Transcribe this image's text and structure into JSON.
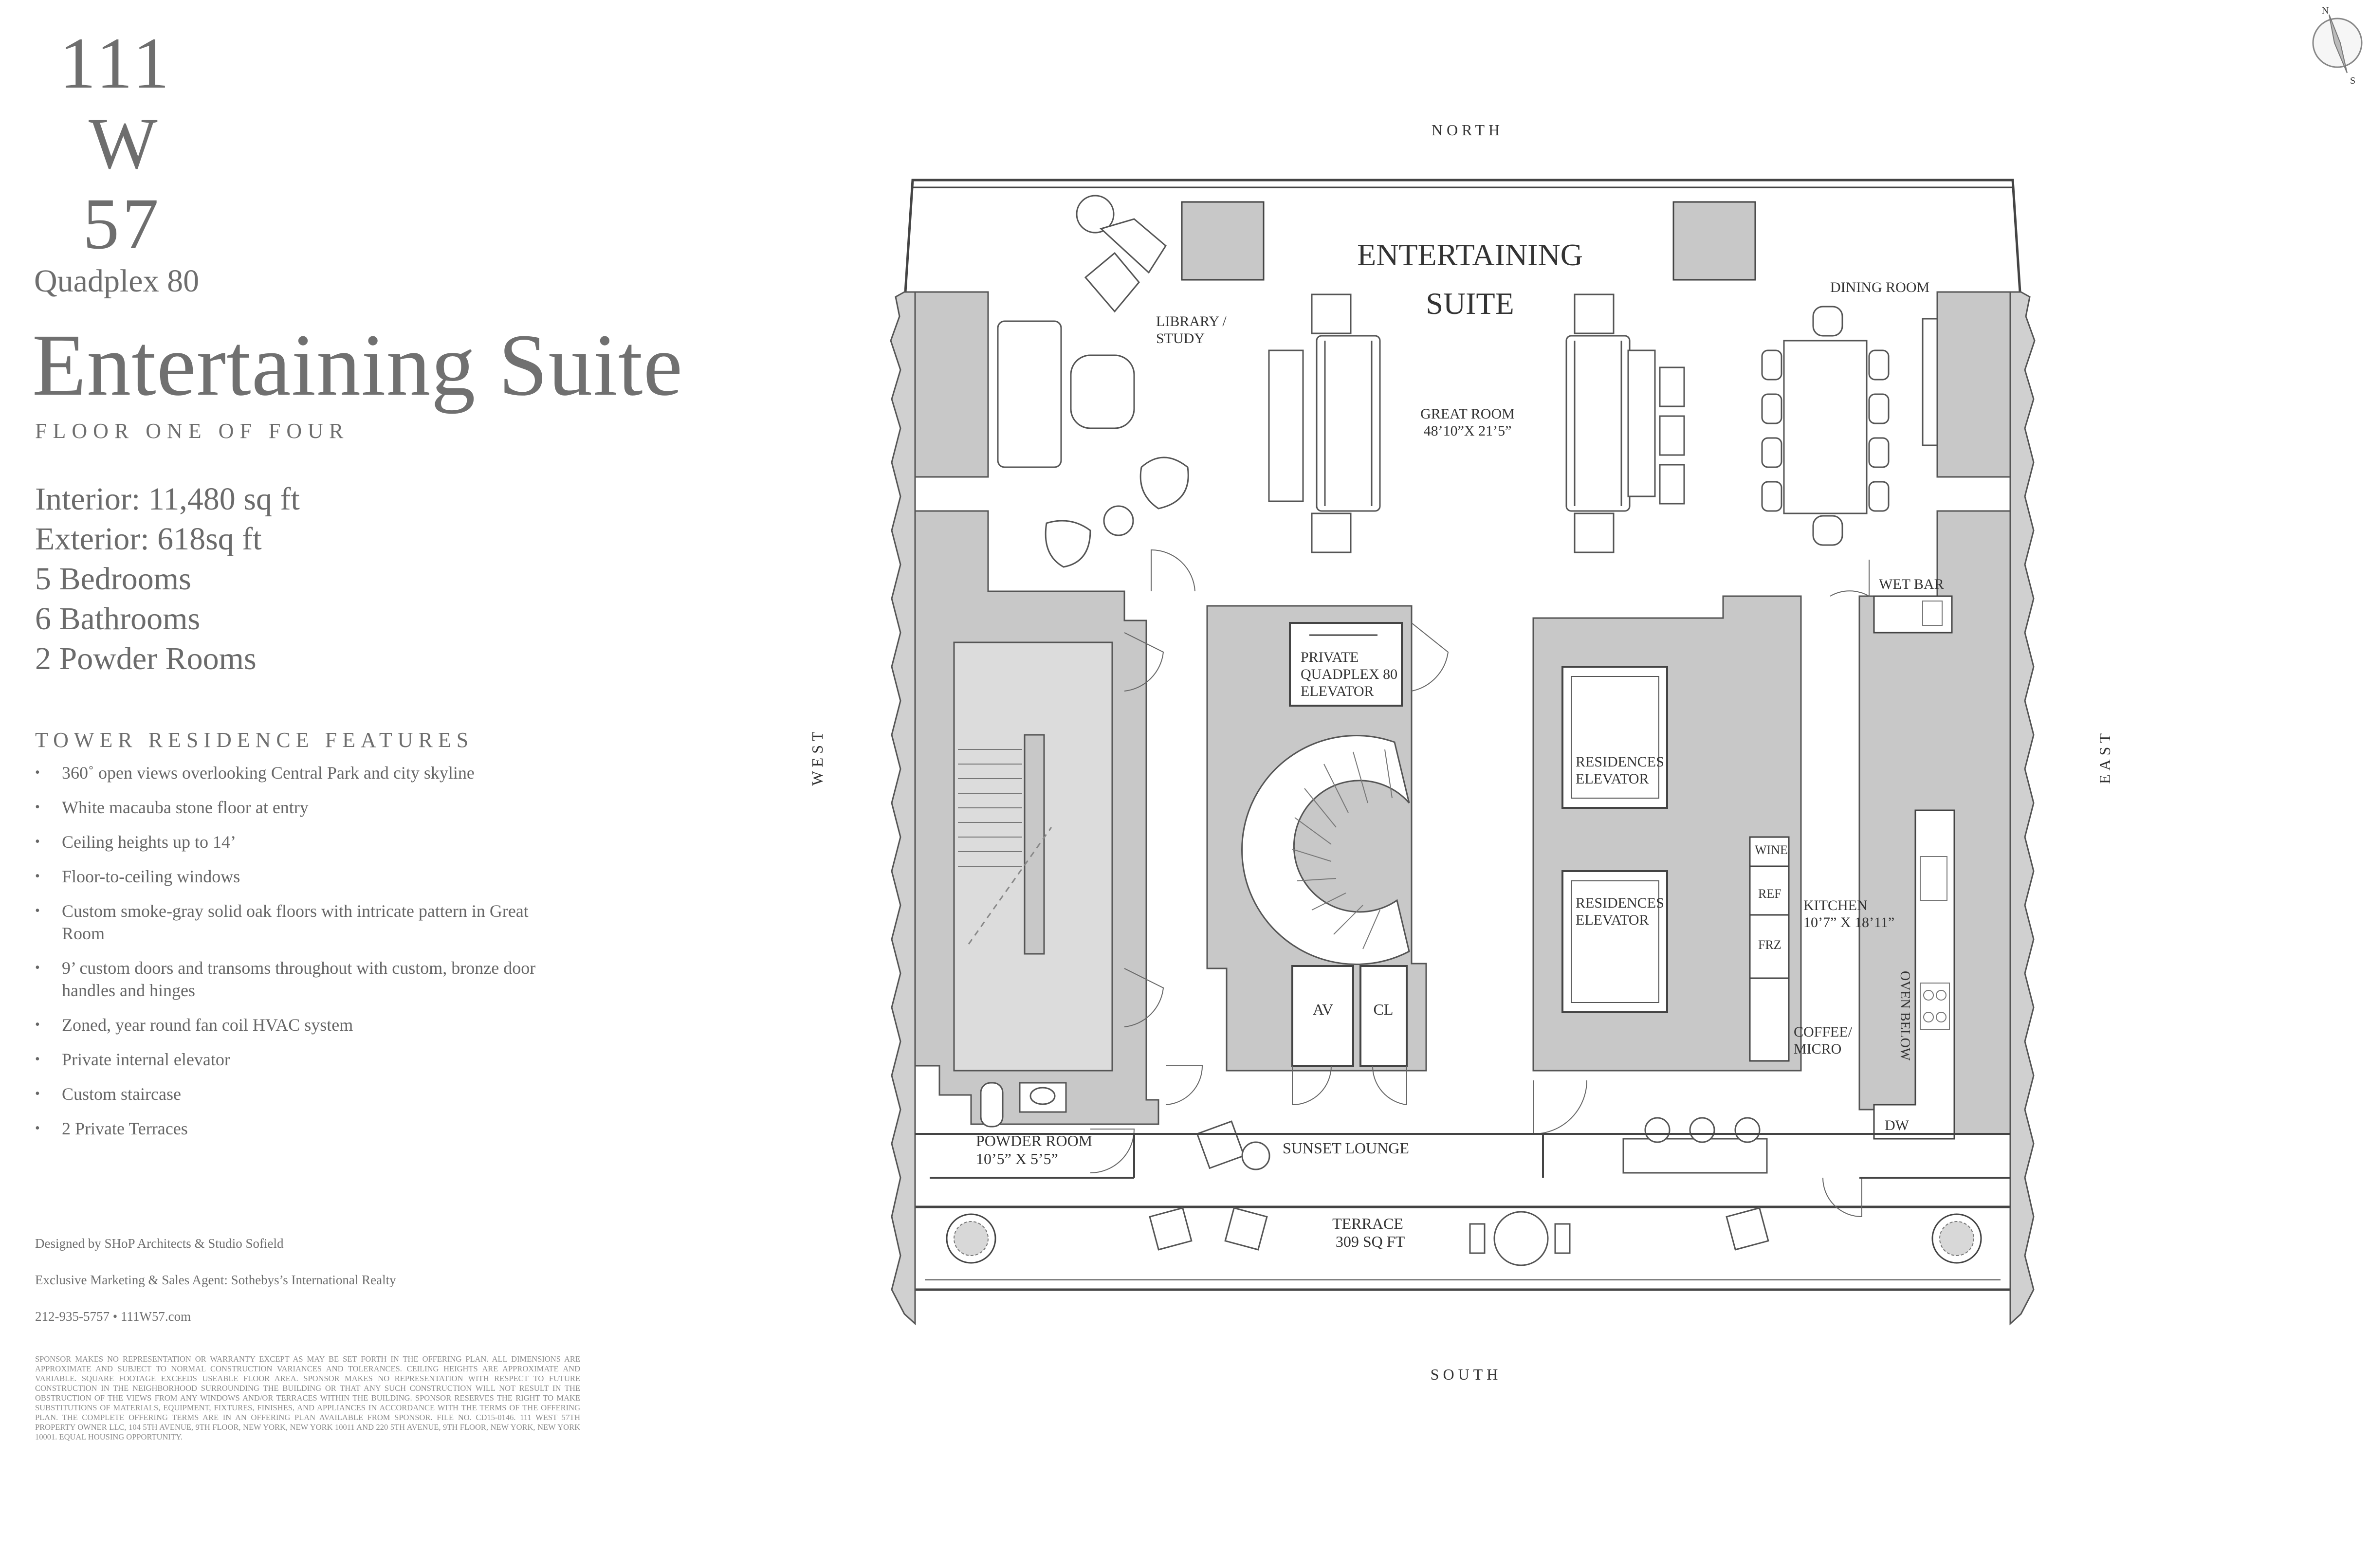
{
  "logo": {
    "line1": "111",
    "line2": "W",
    "line3": "57"
  },
  "subtitle": "Quadplex 80",
  "title": "Entertaining Suite",
  "floor": "FLOOR ONE OF FOUR",
  "stats": {
    "interior": "Interior: 11,480 sq ft",
    "exterior": "Exterior: 618sq ft",
    "bedrooms": "5 Bedrooms",
    "bathrooms": "6 Bathrooms",
    "powder": "2 Powder Rooms"
  },
  "features_heading": "TOWER RESIDENCE FEATURES",
  "features": [
    "360˚ open views overlooking Central Park and city skyline",
    "White macauba stone floor at entry",
    "Ceiling heights up to 14’",
    "Floor-to-ceiling windows",
    "Custom smoke-gray solid oak floors with intricate pattern in Great Room",
    "9’ custom doors and transoms throughout with custom, bronze door handles and hinges",
    "Zoned, year round fan coil HVAC system",
    "Private internal elevator",
    "Custom staircase",
    "2 Private Terraces"
  ],
  "credits": {
    "designer": "Designed by SHoP Architects & Studio Sofield",
    "agent": "Exclusive Marketing & Sales Agent: Sothebys’s International Realty",
    "contact": "212-935-5757   •   111W57.com"
  },
  "disclaimer": "SPONSOR MAKES NO REPRESENTATION OR WARRANTY EXCEPT AS MAY BE SET FORTH IN THE OFFERING PLAN. ALL DIMENSIONS ARE APPROXIMATE AND SUBJECT TO NORMAL CONSTRUCTION VARIANCES AND TOLERANCES. CEILING HEIGHTS ARE APPROXIMATE AND VARIABLE. SQUARE FOOTAGE EXCEEDS USEABLE FLOOR AREA. SPONSOR MAKES NO REPRESENTATION WITH RESPECT TO FUTURE CONSTRUCTION IN THE NEIGHBORHOOD SURROUNDING THE BUILDING OR THAT ANY SUCH CONSTRUCTION WILL NOT RESULT IN THE OBSTRUCTION OF THE VIEWS FROM ANY WINDOWS AND/OR TERRACES WITHIN THE BUILDING. SPONSOR RESERVES THE RIGHT TO MAKE SUBSTITUTIONS OF MATERIALS, EQUIPMENT, FIXTURES, FINISHES, AND APPLIANCES IN ACCORDANCE WITH THE TERMS OF THE OFFERING PLAN. THE COMPLETE OFFERING TERMS ARE IN AN OFFERING PLAN AVAILABLE FROM SPONSOR. FILE NO. CD15-0146. 111 WEST 57TH PROPERTY OWNER LLC, 104 5TH AVENUE, 9TH FLOOR, NEW YORK, NEW YORK 10011 AND 220 5TH AVENUE, 9TH FLOOR, NEW YORK, NEW YORK 10001. EQUAL HOUSING OPPORTUNITY.",
  "compass": {
    "north": "N",
    "south": "S"
  },
  "plan": {
    "directions": {
      "north": "NORTH",
      "south": "SOUTH",
      "west": "WEST",
      "east": "EAST"
    },
    "suite_label_1": "ENTERTAINING",
    "suite_label_2": "SUITE",
    "library_1": "LIBRARY /",
    "library_2": "STUDY",
    "great_room": "GREAT ROOM",
    "great_room_dim": "48’10”X 21’5”",
    "dining_room": "DINING ROOM",
    "wet_bar": "WET BAR",
    "private_elevator_1": "PRIVATE",
    "private_elevator_2": "QUADPLEX 80",
    "private_elevator_3": "ELEVATOR",
    "residences_elevator_1": "RESIDENCES",
    "residences_elevator_2": "ELEVATOR",
    "av": "AV",
    "cl": "CL",
    "wine": "WINE",
    "ref": "REF",
    "frz": "FRZ",
    "kitchen": "KITCHEN",
    "kitchen_dim": "10’7” X 18’11”",
    "coffee_1": "COFFEE/",
    "coffee_2": "MICRO",
    "oven_below": "OVEN BELOW",
    "dw": "DW",
    "powder_room": "POWDER ROOM",
    "powder_room_dim": "10’5” X 5’5”",
    "sunset_lounge": "SUNSET LOUNGE",
    "terrace": "TERRACE",
    "terrace_area": "309 SQ FT"
  },
  "colors": {
    "text": "#6e6e6e",
    "wall_fill": "#c8c8c8",
    "wall_light": "#dcdcdc",
    "line": "#555555"
  }
}
